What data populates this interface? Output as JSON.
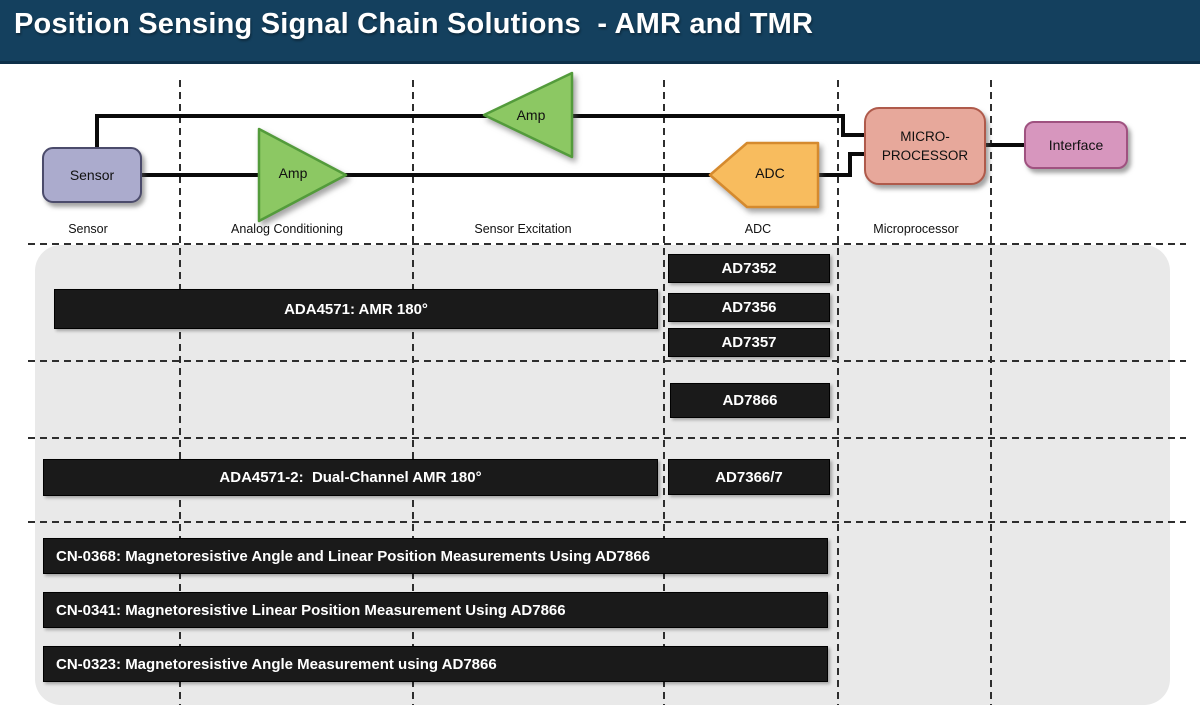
{
  "header": {
    "title": "Position Sensing Signal Chain Solutions  - AMR and TMR"
  },
  "chain": {
    "sensor": "Sensor",
    "amp_conditioning": "Amp",
    "amp_excitation": "Amp",
    "adc": "ADC",
    "micro_line1": "MICRO-",
    "micro_line2": "PROCESSOR",
    "interface": "Interface"
  },
  "columns": {
    "sensor": "Sensor",
    "analog_conditioning": "Analog Conditioning",
    "sensor_excitation": "Sensor Excitation",
    "adc": "ADC",
    "microprocessor": "Microprocessor"
  },
  "products": {
    "ad7352": "AD7352",
    "ada4571": "ADA4571: AMR 180°",
    "ad7356": "AD7356",
    "ad7357": "AD7357",
    "ad7866": "AD7866",
    "ada4571_2": "ADA4571-2:  Dual-Channel AMR 180°",
    "ad7366_7": "AD7366/7"
  },
  "reference_designs": {
    "cn0368": "CN-0368: Magnetoresistive Angle and Linear Position Measurements Using AD7866",
    "cn0341": "CN-0341: Magnetoresistive Linear Position Measurement Using AD7866",
    "cn0323": "CN-0323: Magnetoresistive Angle Measurement using AD7866"
  },
  "colors": {
    "header_bg": "#14405E",
    "header_edge": "#0d3049",
    "panel_bg": "#E9E9E9",
    "bar_bg": "#1A1A1A",
    "sensor_fill": "#ABABCD",
    "sensor_border": "#4B4B6B",
    "amp_fill": "#8CC863",
    "amp_border": "#539B3B",
    "adc_fill": "#F8BC5E",
    "adc_border": "#D58A2E",
    "micro_fill": "#E7A89B",
    "micro_border": "#AF5A4B",
    "interface_fill": "#D796BE",
    "interface_border": "#9F5280"
  }
}
